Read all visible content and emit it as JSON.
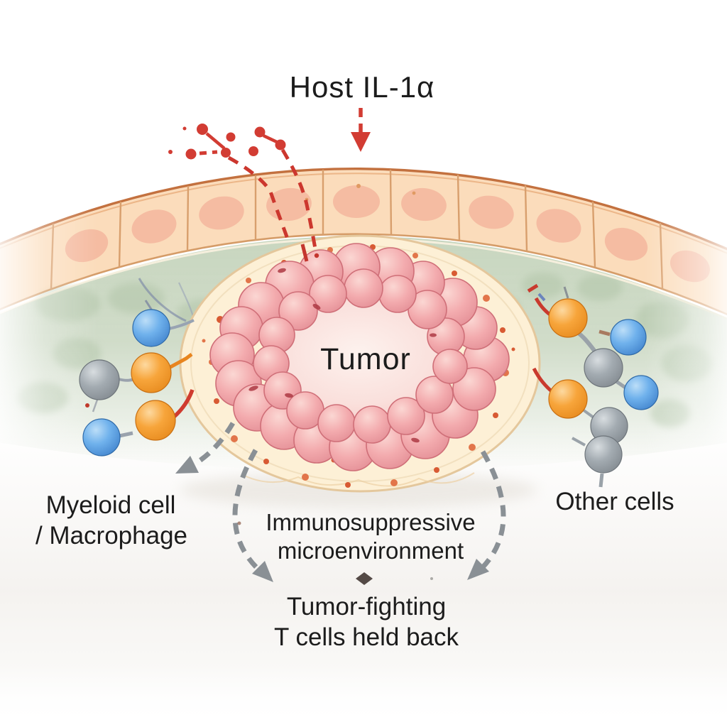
{
  "title": "Host IL-1α",
  "tumor": {
    "label": "Tumor"
  },
  "labels": {
    "myeloid_line1": "Myeloid cell",
    "myeloid_line2": "/ Macrophage",
    "other_cells": "Other cells",
    "immuno_line1": "Immunosuppressive",
    "immuno_line2": "microenvironment",
    "tcells_line1": "Tumor-fighting",
    "tcells_line2": "T cells held back"
  },
  "icons": {
    "il1a_arrow": "red-dashed-down-arrow",
    "il1a_molecules": "red-dot-cluster",
    "penetration_trails": "red-dashed-lines-through-barrier",
    "suppression_arrows": "gray-dashed-curved-arrows",
    "diamond_marker": "small-dark-diamond"
  },
  "colors": {
    "il1a_red": "#d23c33",
    "text": "#1c1c1c",
    "epithelium_fill": "#fbdcbb",
    "epithelium_nucleus": "#f5bba1",
    "epithelium_outline": "#c8794e",
    "stroma_green": "#cbd8c3",
    "tumor_body_cream": "#fdf0d6",
    "tumor_outline": "#e5c79b",
    "tumor_cell_pink": "#f2a6aa",
    "tumor_center": "#fbe7e3",
    "immune_blue": "#559fe6",
    "immune_orange": "#f59e2f",
    "other_gray": "#9ba4ab",
    "arrow_gray": "#8a9095",
    "background": "#ffffff"
  }
}
